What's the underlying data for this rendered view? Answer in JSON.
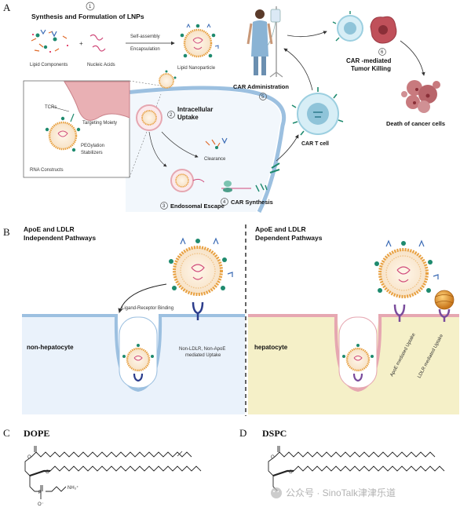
{
  "panelA": {
    "letter": "A",
    "step1_num": "1",
    "step1_title": "Synthesis and Formulation of LNPs",
    "lipid_components": "Lipid Components",
    "nucleic_acids": "Nucleic Acids",
    "self_assembly": "Self-assembly",
    "encapsulation": "Encapsulation",
    "lipid_nanoparticle": "Lipid Nanoparticle",
    "tcrs": "TCRs",
    "targeting_moiety": "Targeting\nMoiety",
    "pegylation": "PEGylation",
    "stabilizers": "Stabilizers",
    "rna_constructs": "RNA Constructs",
    "step2_num": "2",
    "step2_title_1": "Intracellular",
    "step2_title_2": "Uptake",
    "clearance": "Clearance",
    "step3_num": "3",
    "step3_title": "Endosomal Escape",
    "step4_num": "4",
    "step4_title": "CAR Synthesis",
    "car_t_cell": "CAR T cell",
    "step5_num": "5",
    "step5_title": "CAR Administration",
    "step6_num": "6",
    "step6_title_1": "CAR -mediated",
    "step6_title_2": "Tumor Killing",
    "death": "Death of cancer cells"
  },
  "panelB": {
    "letter": "B",
    "left_title_1": "ApoE and LDLR",
    "left_title_2": "Independent Pathways",
    "right_title_1": "ApoE and LDLR",
    "right_title_2": "Dependent Pathways",
    "ligand_binding": "Ligand-Receptor Binding",
    "non_hepatocyte": "non-hepatocyte",
    "non_ldlr_1": "Non-LDLR, Non-ApoE",
    "non_ldlr_2": "mediated Uptake",
    "hepatocyte": "hepatocyte",
    "apoe_uptake": "ApoE mediated Uptake",
    "ldlr_uptake": "LDLR mediated Uptake"
  },
  "panelC": {
    "letter": "C",
    "name": "DOPE",
    "amine": "NH₃⁺",
    "oxy_neg": "O⁻",
    "phos": "P",
    "oxy": "O"
  },
  "panelD": {
    "letter": "D",
    "name": "DSPC"
  },
  "watermark": "公众号 · SinoTalk津津乐道",
  "colors": {
    "membrane": "#8fb4d8",
    "cytoplasm": "#eaf2fb",
    "hepatocyte_bg": "#f5f0c8",
    "tumor": "#c0505a",
    "lnp_shell": "#e8a040"
  }
}
